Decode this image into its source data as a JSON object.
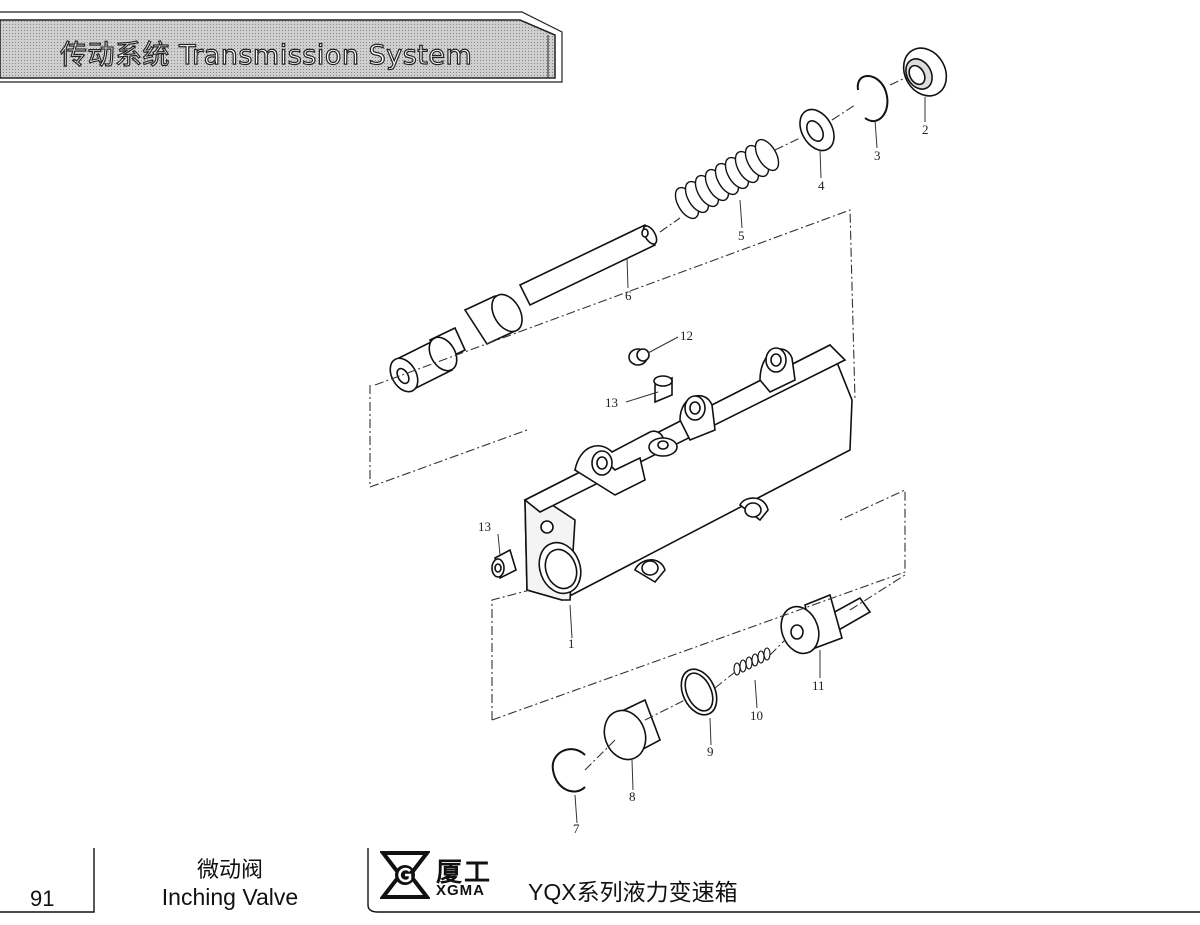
{
  "header": {
    "title": "传动系统 Transmission System"
  },
  "footer": {
    "page_number": "91",
    "part_name_cn": "微动阀",
    "part_name_en": "Inching Valve",
    "brand_cn": "厦工",
    "brand_en": "XGMA",
    "series": "YQX系列液力变速箱"
  },
  "callouts": {
    "c1": "1",
    "c2": "2",
    "c3": "3",
    "c4": "4",
    "c5": "5",
    "c6": "6",
    "c7": "7",
    "c8": "8",
    "c9": "9",
    "c10": "10",
    "c11": "11",
    "c12": "12",
    "c13a": "13",
    "c13b": "13"
  }
}
